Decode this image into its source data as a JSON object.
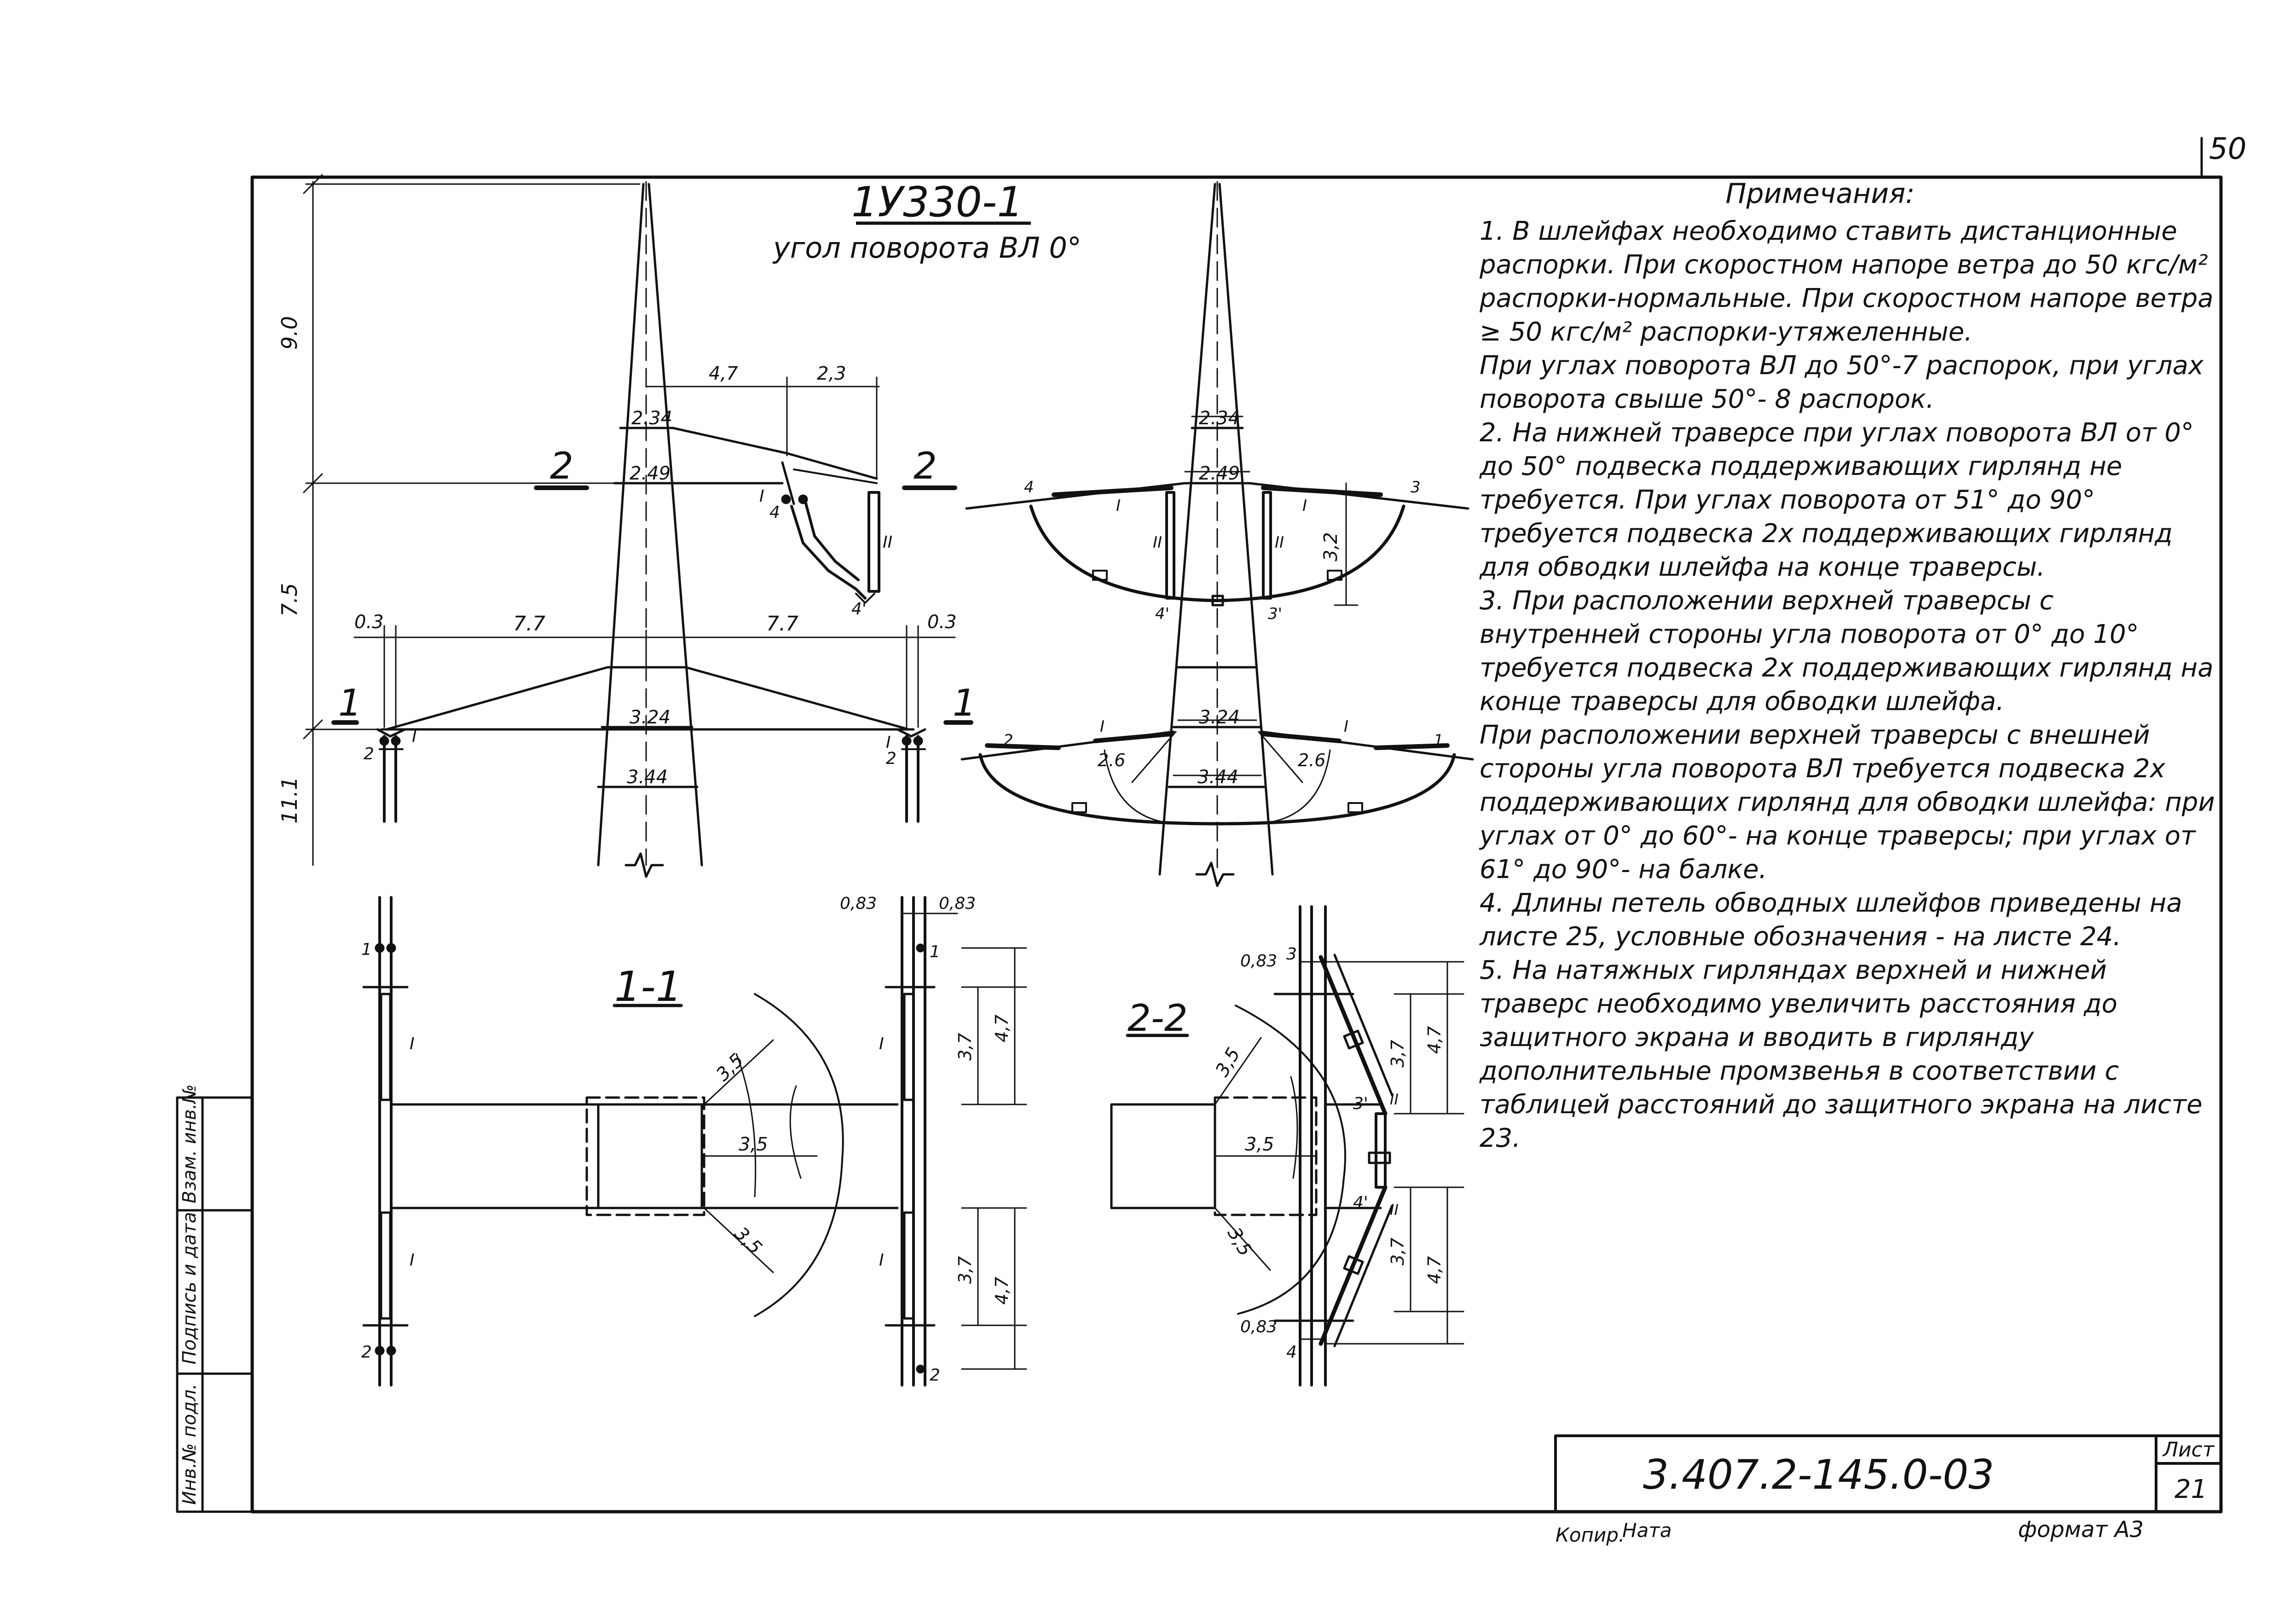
{
  "sheet_corner_number": "50",
  "title": "1У330-1",
  "subtitle": "угол поворота ВЛ 0°",
  "notes_title": "Примечания:",
  "notes": [
    "1. В шлейфах необходимо ставить дистанционные распорки. При скоростном напоре ветра до 50 кгс/м² распорки-нормальные. При скоростном напоре ветра ≥ 50 кгс/м² распорки-утяжеленные.",
    "При углах поворота ВЛ до 50°-7 распорок, при углах поворота свыше 50°- 8 распорок.",
    "2. На нижней траверсе при углах поворота ВЛ от 0° до 50° подвеска поддерживающих гирлянд не требуется. При углах поворота от 51° до 90° требуется подвеска 2х поддерживающих гирлянд для обводки шлейфа на конце траверсы.",
    "3. При расположении верхней траверсы с внутренней стороны угла поворота от 0° до 10° требуется подвеска 2х поддерживающих гирлянд на конце траверсы для обводки шлейфа.",
    "При расположении верхней траверсы с внешней стороны угла поворота ВЛ требуется подвеска 2х поддерживающих гирлянд для обводки шлейфа: при углах от 0° до 60°- на конце траверсы; при углах от 61° до 90°- на балке.",
    "4. Длины петель обводных шлейфов приведены на листе 25, условные обозначения - на листе 24.",
    "5. На натяжных гирляндах верхней и нижней траверс необходимо увеличить расстояния до защитного экрана и вводить в гирлянду дополнительные промзвенья в соответствии с таблицей расстояний до защитного экрана на листе 23."
  ],
  "front_view": {
    "dims": {
      "top": "9.0",
      "mid": "7.5",
      "bottom": "11.1",
      "arm_left": "7.7",
      "arm_right": "7.7",
      "edge_left": "0.3",
      "edge_right": "0.3",
      "upper_a": "4,7",
      "upper_b": "2,3"
    },
    "widths": {
      "w1": "2.34",
      "w2": "2.49",
      "w3": "3.24",
      "w4": "3.44"
    },
    "section_marks": {
      "upper_left": "2",
      "upper_right": "2",
      "lower_left": "1",
      "lower_right": "1"
    },
    "labels": {
      "i": "I",
      "ii": "II",
      "n4": "4",
      "n4p": "4'",
      "n2": "2"
    }
  },
  "side_view": {
    "widths": {
      "w1": "2.34",
      "w2": "2.49",
      "w3": "3.24",
      "w4": "3.44"
    },
    "dims": {
      "drop": "3,2",
      "r_left": "2.6",
      "r_right": "2.6"
    },
    "labels": {
      "n1": "1",
      "n2": "2",
      "n3": "3",
      "n4": "4",
      "n3p": "3'",
      "n4p": "4'",
      "i": "I",
      "ii": "II"
    }
  },
  "section_1": {
    "title": "1-1",
    "dims": {
      "a": "0,83",
      "b": "0,83",
      "r1": "3,5",
      "r2": "3,5",
      "r3": "3,5",
      "h1": "3,7",
      "h2": "4,7",
      "h3": "3,7",
      "h4": "4,7"
    },
    "labels": {
      "n1": "1",
      "n2": "2",
      "i": "I"
    }
  },
  "section_2": {
    "title": "2-2",
    "dims": {
      "a": "0,83",
      "b": "0,83",
      "r1": "3,5",
      "r2": "3,5",
      "r3": "3,5",
      "h1": "3,7",
      "h2": "4,7",
      "h3": "3,7",
      "h4": "4,7"
    },
    "labels": {
      "n3": "3",
      "n4": "4",
      "n3p": "3'",
      "n4p": "4'",
      "ii": "II"
    }
  },
  "side_stamp": {
    "col1": "Инв.№ подл.",
    "col2": "Подпись и дата",
    "col3": "Взам. инв.№"
  },
  "title_block": {
    "code": "3.407.2-145.0-03",
    "sheet_label": "Лист",
    "sheet_number": "21"
  },
  "footer": {
    "copied": "Копир.",
    "copied_sign": "Ната",
    "format": "формат А3"
  }
}
